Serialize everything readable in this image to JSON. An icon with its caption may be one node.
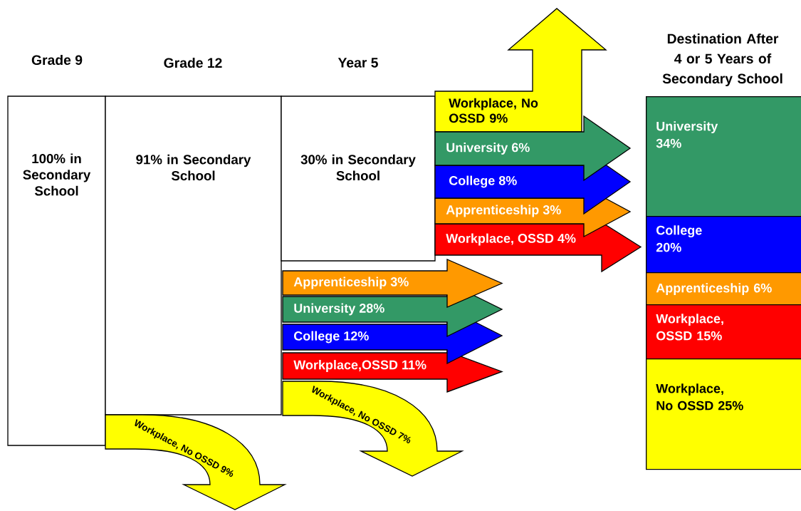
{
  "diagram": {
    "nodes": [
      {
        "text": [
          "Grade 9",
          "100% in Secondary School"
        ]
      },
      {
        "text": [
          "Grade 12",
          "91% in Secondary School"
        ]
      },
      {
        "text": [
          "Year 5",
          "30% in Secondary School"
        ]
      },
      {
        "text": [
          "Workplace, No OSSD 9%"
        ]
      },
      {
        "text": [
          "University 6%"
        ]
      },
      {
        "text": [
          "College 8%"
        ]
      },
      {
        "text": [
          "Apprenticeship 3%"
        ]
      },
      {
        "text": [
          "Workplace, OSSD 4%"
        ]
      },
      {
        "text": [
          "Apprenticeship 3%"
        ]
      },
      {
        "text": [
          "University 28%"
        ]
      },
      {
        "text": [
          "College 12%"
        ]
      },
      {
        "text": [
          "Workplace,OSSD 11%"
        ]
      },
      {
        "text": [
          "Workplace, No OSSD 7%"
        ]
      },
      {
        "text": [
          "Workplace, No OSSD 9%"
        ]
      },
      {
        "text": [
          "University 34%"
        ]
      },
      {
        "text": [
          "College 20%"
        ]
      },
      {
        "text": [
          "Apprenticeship 6%"
        ]
      },
      {
        "text": [
          "Workplace, OSSD 15%"
        ]
      },
      {
        "text": [
          "Workplace, No OSSD 25%"
        ]
      }
    ],
    "labels": [
      "Destination After 4 or 5 Years of Secondary School"
    ]
  }
}
